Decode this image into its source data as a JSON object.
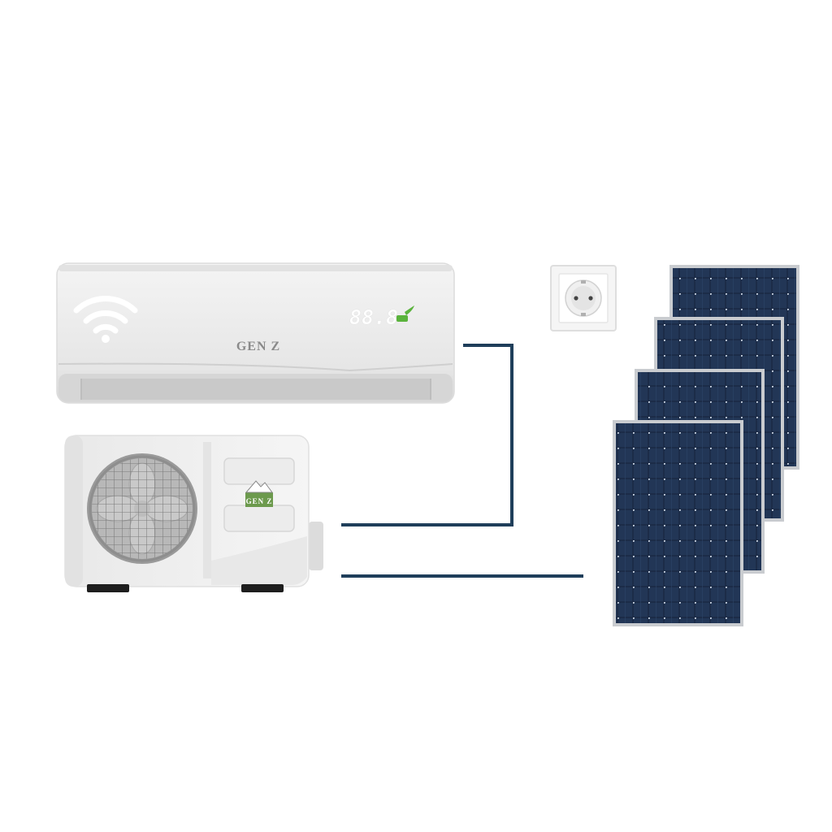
{
  "indoor_unit": {
    "brand": "GEN Z",
    "display": "88.8",
    "icons": [
      "wifi-icon"
    ]
  },
  "outdoor_unit": {
    "logo_text": "GEN Z",
    "icons": [
      "fan-icon",
      "mountain-logo-icon"
    ]
  },
  "socket": {
    "icons": [
      "power-socket-icon"
    ]
  },
  "solar_array": {
    "panel_count": 4,
    "icons": [
      "solar-panel-icon"
    ]
  },
  "colors": {
    "wire": "#1f3e5a",
    "panel_cell": "#1b2a44",
    "panel_frame": "#c9ccd0",
    "unit_body": "#ececec",
    "display": "#ffffff",
    "eco_green": "#5ab33c"
  }
}
